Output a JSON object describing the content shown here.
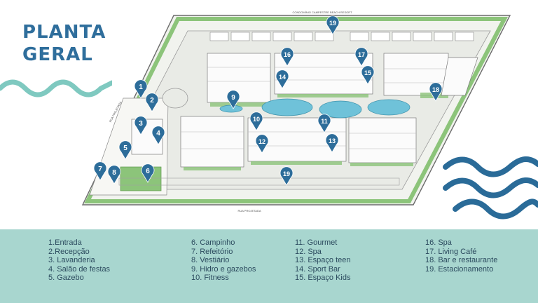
{
  "title": {
    "line1": "PLANTA",
    "line2": "GERAL"
  },
  "colors": {
    "title": "#2f6e9c",
    "marker": "#2d6d9a",
    "legend_band": "#a8d6cf",
    "wave_left": "#7fc9c0",
    "wave_right": "#2a6b98",
    "grass": "#7cb86b",
    "pool": "#6fc2d9"
  },
  "map": {
    "street_top": "CONDOMÍNIO CAMPESTRE BEACH RESORT",
    "street_bottom": "RUA PROJETADA",
    "street_left": "RUA PROJETADA"
  },
  "markers": [
    {
      "n": "1"
    },
    {
      "n": "2"
    },
    {
      "n": "3"
    },
    {
      "n": "4"
    },
    {
      "n": "5"
    },
    {
      "n": "6"
    },
    {
      "n": "7"
    },
    {
      "n": "8"
    },
    {
      "n": "9"
    },
    {
      "n": "10"
    },
    {
      "n": "11"
    },
    {
      "n": "12"
    },
    {
      "n": "13"
    },
    {
      "n": "14"
    },
    {
      "n": "15"
    },
    {
      "n": "16"
    },
    {
      "n": "17"
    },
    {
      "n": "18"
    },
    {
      "n": "19"
    },
    {
      "n": "19"
    }
  ],
  "legend": {
    "col1": [
      "1.Entrada",
      "2.Recepção",
      "3. Lavanderia",
      "4. Salão de festas",
      "5. Gazebo"
    ],
    "col2": [
      "6. Campinho",
      "7. Refeitório",
      "8. Vestiário",
      "9. Hidro e gazebos",
      "10. Fitness"
    ],
    "col3": [
      "11. Gourmet",
      "12. Spa",
      "13. Espaço teen",
      "14. Sport Bar",
      "15. Espaço Kids"
    ],
    "col4": [
      "16. Spa",
      "17. Living Café",
      "18. Bar e restaurante",
      "19. Estacionamento"
    ]
  }
}
